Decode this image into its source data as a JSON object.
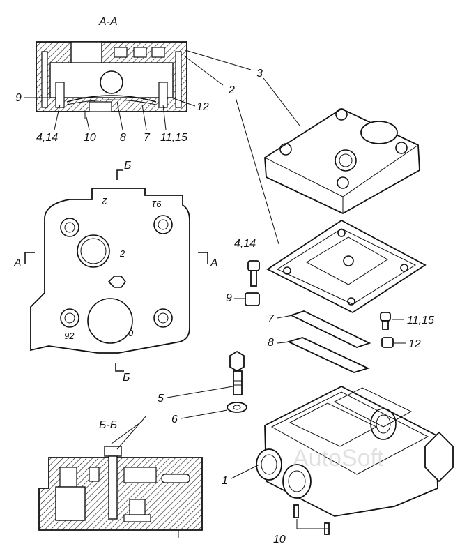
{
  "section_titles": {
    "aa": "А-А",
    "bb": "Б-Б"
  },
  "cut_marks": {
    "b_top": "Б",
    "b_bottom": "Б",
    "a_left": "А",
    "a_right": "А"
  },
  "face_marks": {
    "top_2": "2",
    "top_91": "91",
    "center_2": "2",
    "bottom_92": "92",
    "bottom_0": "0"
  },
  "callouts": {
    "c1": "1",
    "c2": "2",
    "c3": "3",
    "c4_14_top": "4,14",
    "c4_14_side": "4,14",
    "c5": "5",
    "c6": "6",
    "c7_top": "7",
    "c7_side": "7",
    "c8_top": "8",
    "c8_side": "8",
    "c9_top": "9",
    "c9_side": "9",
    "c10_top": "10",
    "c10_bottom": "10",
    "c11_15_top": "11,15",
    "c11_15_side": "11,15",
    "c12_top": "12",
    "c12_side": "12"
  },
  "watermark": "AutoSoft",
  "colors": {
    "line": "#111111",
    "background": "#ffffff",
    "watermark": "#c9c9c9"
  }
}
